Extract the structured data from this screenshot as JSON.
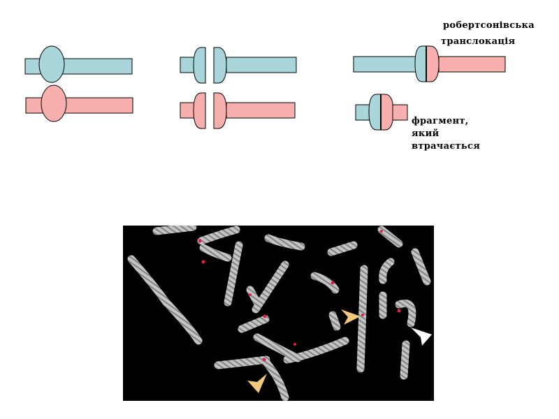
{
  "labels": {
    "robertsonian_line1": "робертсонівська",
    "robertsonian_line2": "транслокація",
    "fragment_line1": "фрагмент,",
    "fragment_line2": "який",
    "fragment_line3": "втрачається"
  },
  "colors": {
    "chromosome_teal": "#a8d6da",
    "chromosome_pink": "#f7b0ae",
    "outline": "#000000",
    "micrograph_background": "#000000",
    "chromosome_gray": "#d8d8d8",
    "fish_signal": "#e0204a",
    "arrow_yellow": "#f3c87e",
    "arrow_white": "#ffffff"
  },
  "micrograph": {
    "description_icons": [
      "yellow-arrowhead-icon",
      "yellow-arrowhead-icon",
      "white-arrowhead-icon"
    ]
  }
}
